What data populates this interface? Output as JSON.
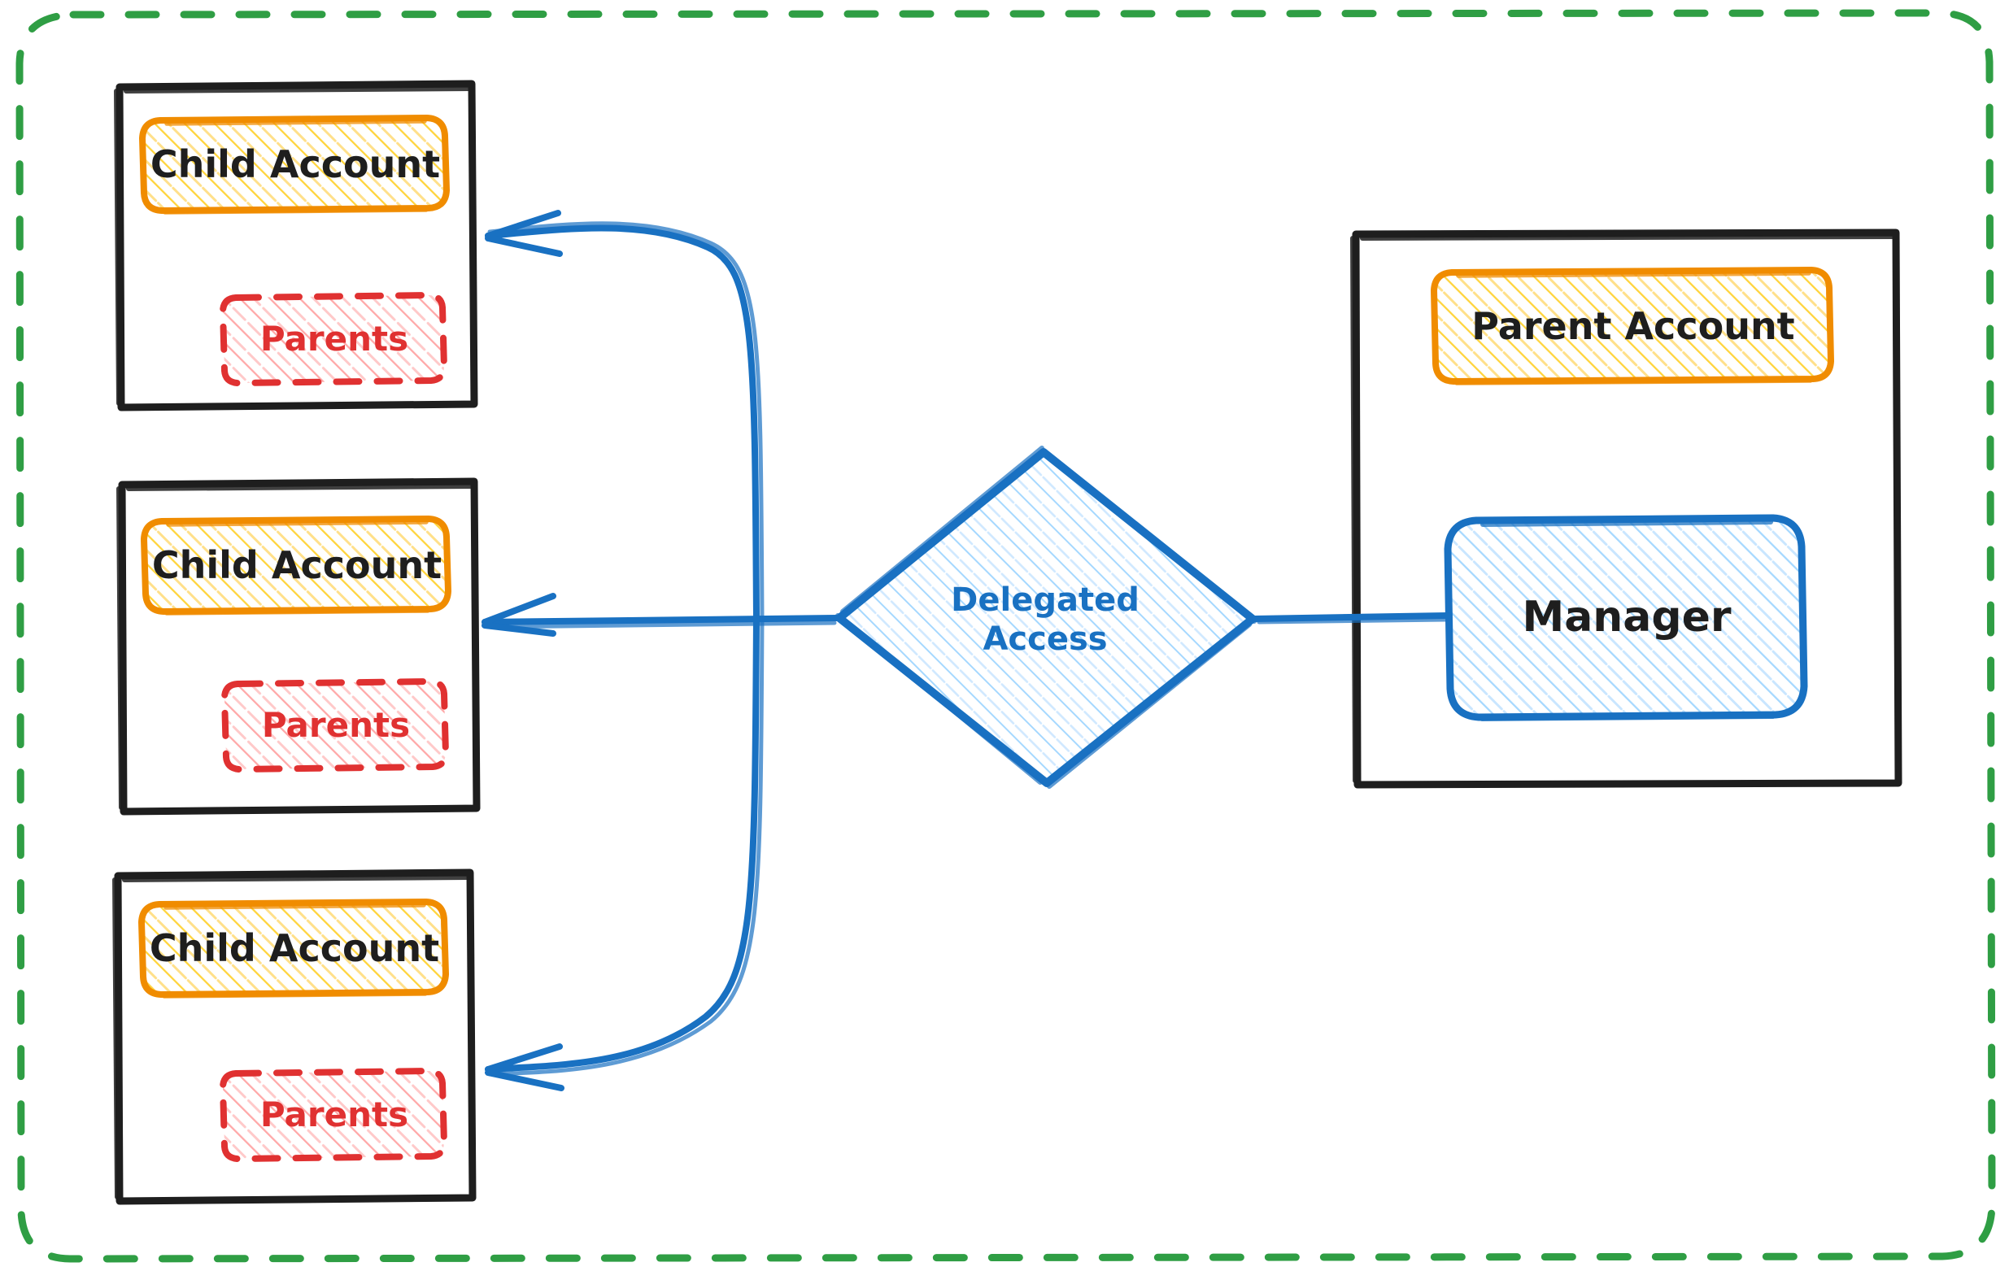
{
  "diagram": {
    "title": "Delegated Access",
    "style": "hand-drawn sketch",
    "background": "#ffffff",
    "boundary": {
      "name": "outer-boundary",
      "stroke": "#2f9e44",
      "stroke_style": "dashed",
      "shape": "rounded-rectangle"
    },
    "colors": {
      "black": "#1e1e1e",
      "orange": "#f08c00",
      "orange_fill": "#ffd8a8",
      "red": "#e03131",
      "red_fill": "#ffc9c9",
      "blue": "#1971c2",
      "blue_fill": "#a5d8ff",
      "green": "#2f9e44"
    },
    "child_containers": [
      {
        "name": "child-container-1",
        "account_label": "Child Account",
        "parents_label": "Parents"
      },
      {
        "name": "child-container-2",
        "account_label": "Child Account",
        "parents_label": "Parents"
      },
      {
        "name": "child-container-3",
        "account_label": "Child Account",
        "parents_label": "Parents"
      }
    ],
    "gateway": {
      "name": "delegated-access-diamond",
      "label_line1": "Delegated",
      "label_line2": "Access",
      "shape": "diamond",
      "stroke": "#1971c2",
      "fill": "#a5d8ff"
    },
    "parent_container": {
      "name": "parent-container",
      "account_label": "Parent Account",
      "manager_label": "Manager"
    },
    "connections": [
      {
        "name": "edge-gateway-to-child-1",
        "from": "delegated-access-diamond",
        "to": "child-container-1",
        "arrow": "open",
        "style": "curved"
      },
      {
        "name": "edge-gateway-to-child-2",
        "from": "delegated-access-diamond",
        "to": "child-container-2",
        "arrow": "open",
        "style": "straight"
      },
      {
        "name": "edge-gateway-to-child-3",
        "from": "delegated-access-diamond",
        "to": "child-container-3",
        "arrow": "open",
        "style": "curved"
      },
      {
        "name": "edge-manager-to-gateway",
        "from": "manager",
        "to": "delegated-access-diamond",
        "arrow": "none",
        "style": "straight"
      }
    ]
  }
}
